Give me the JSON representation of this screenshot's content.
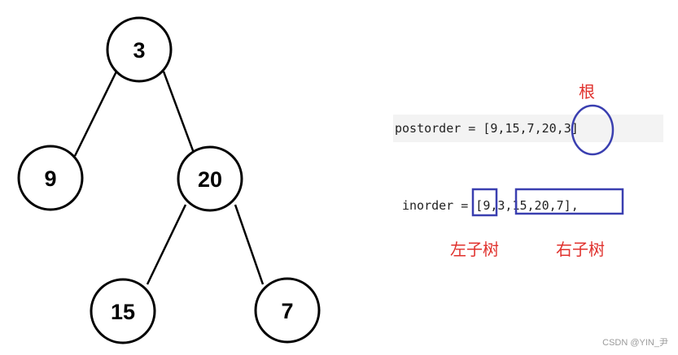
{
  "tree": {
    "nodes": [
      {
        "id": "n3",
        "label": "3"
      },
      {
        "id": "n9",
        "label": "9"
      },
      {
        "id": "n20",
        "label": "20"
      },
      {
        "id": "n15",
        "label": "15"
      },
      {
        "id": "n7",
        "label": "7"
      }
    ]
  },
  "postorder": {
    "text": "postorder = [9,15,7,20,3]"
  },
  "inorder": {
    "text": "inorder = [9,3,15,20,7],"
  },
  "labels": {
    "root": "根",
    "left_subtree": "左子树",
    "right_subtree": "右子树"
  },
  "colors": {
    "annotation_text": "#e0312d",
    "highlight": "#3a3fb0"
  },
  "watermark": "CSDN @YIN_尹"
}
